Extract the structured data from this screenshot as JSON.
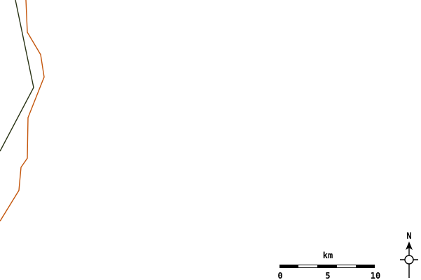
{
  "map": {
    "colors": {
      "background": "#ffffff",
      "dark_line": "#283214",
      "orange_line": "#c4560c",
      "scale_dark": "#000000",
      "scale_light": "#ffffff"
    }
  },
  "scale_bar": {
    "unit_label": "km",
    "tick_labels": [
      "0",
      "5",
      "10"
    ]
  },
  "north_arrow": {
    "label": "N",
    "icon": "compass-north-arrow-icon"
  }
}
